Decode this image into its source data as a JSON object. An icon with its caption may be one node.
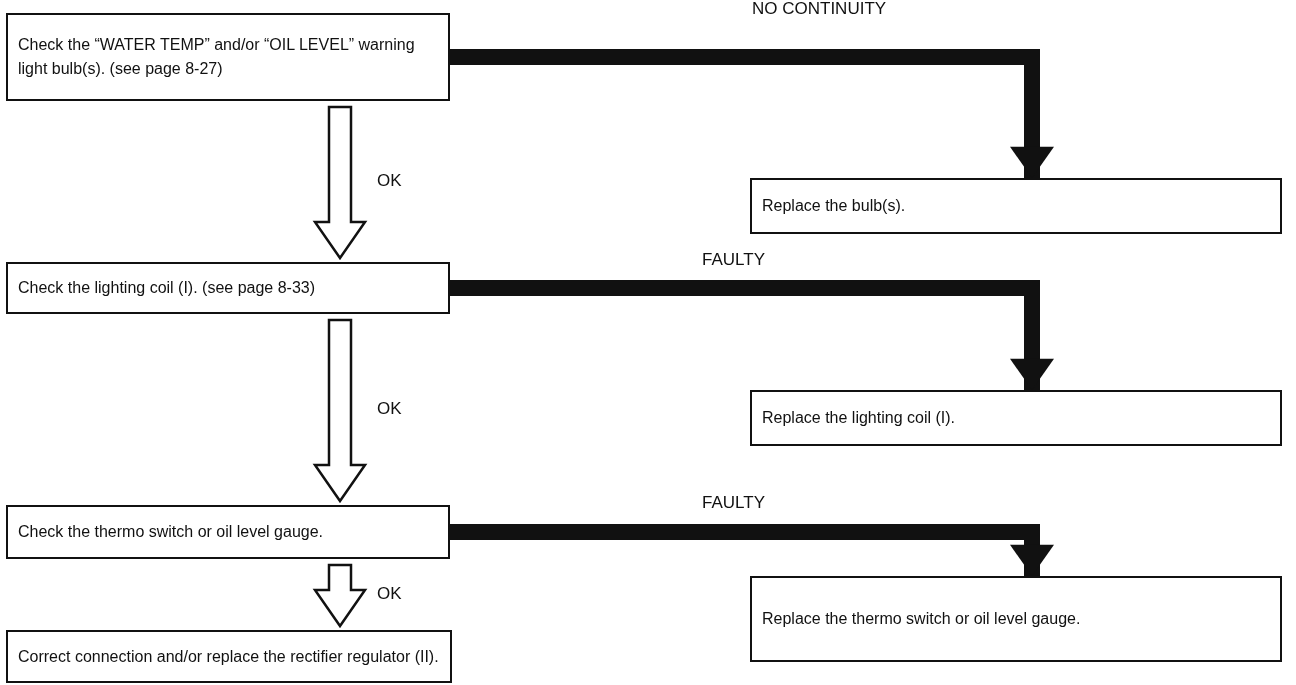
{
  "diagram": {
    "nodes": [
      {
        "text": [
          "Check the “WATER TEMP” and/or “OIL LEVEL” warning light bulb(s). (see page 8-27)"
        ]
      },
      {
        "text": [
          "Replace the bulb(s)."
        ]
      },
      {
        "text": [
          "Check the lighting coil (I). (see page 8-33)"
        ]
      },
      {
        "text": [
          "Replace the lighting coil (I)."
        ]
      },
      {
        "text": [
          "Check the thermo switch or oil level gauge."
        ]
      },
      {
        "text": [
          "Replace the thermo switch or oil level gauge."
        ]
      },
      {
        "text": [
          "Correct connection and/or replace the rectifier regulator (II)."
        ]
      }
    ],
    "edges": [
      {
        "from": 0,
        "to": 2,
        "arrow": "to",
        "label": "OK"
      },
      {
        "from": 0,
        "to": 1,
        "arrow": "to",
        "label": "NO CONTINUITY"
      },
      {
        "from": 2,
        "to": 4,
        "arrow": "to",
        "label": "OK"
      },
      {
        "from": 2,
        "to": 3,
        "arrow": "to",
        "label": "FAULTY"
      },
      {
        "from": 4,
        "to": 6,
        "arrow": "to",
        "label": "OK"
      },
      {
        "from": 4,
        "to": 5,
        "arrow": "to",
        "label": "FAULTY"
      }
    ]
  }
}
